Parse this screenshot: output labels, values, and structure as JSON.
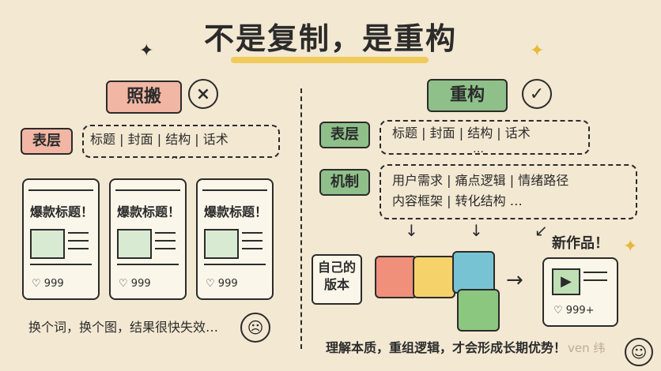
{
  "title": "不是复制，是重构",
  "left": {
    "heading": "照搬",
    "status_icon": "x-circle-icon",
    "surface_tag": "表层",
    "surface_items": [
      "标题",
      "|",
      "封面",
      "|",
      "结构",
      "|",
      "话术"
    ],
    "surface_ellipsis": "…",
    "card_title": "爆款标题！",
    "card_likes": "999",
    "caption": "换个词，换个图，结果很快失效…"
  },
  "right": {
    "heading": "重构",
    "status_icon": "check-circle-icon",
    "surface_tag": "表层",
    "surface_items": [
      "标题",
      "|",
      "封面",
      "|",
      "结构",
      "|",
      "话术"
    ],
    "surface_ellipsis": "…",
    "mechanism_tag": "机制",
    "mechanism_row1": [
      "用户需求",
      "|",
      "痛点逻辑",
      "|",
      "情绪路径"
    ],
    "mechanism_row2": [
      "内容框架",
      "|",
      "转化结构",
      "…"
    ],
    "own_version": "自己的\n版本",
    "new_work": "新作品！",
    "new_work_likes": "999+",
    "caption": "理解本质，重组逻辑，才会形成长期优势！"
  },
  "colors": {
    "background": "#f3e8d2",
    "red_tag": "#f2b7a4",
    "green_tag": "#8fc08a",
    "accent_yellow": "#f1c64b",
    "puzzle_red": "#f08f7a",
    "puzzle_yellow": "#f6d26a",
    "puzzle_blue": "#78c3d3",
    "puzzle_green": "#8cc77f"
  },
  "watermark": "ven 纬"
}
